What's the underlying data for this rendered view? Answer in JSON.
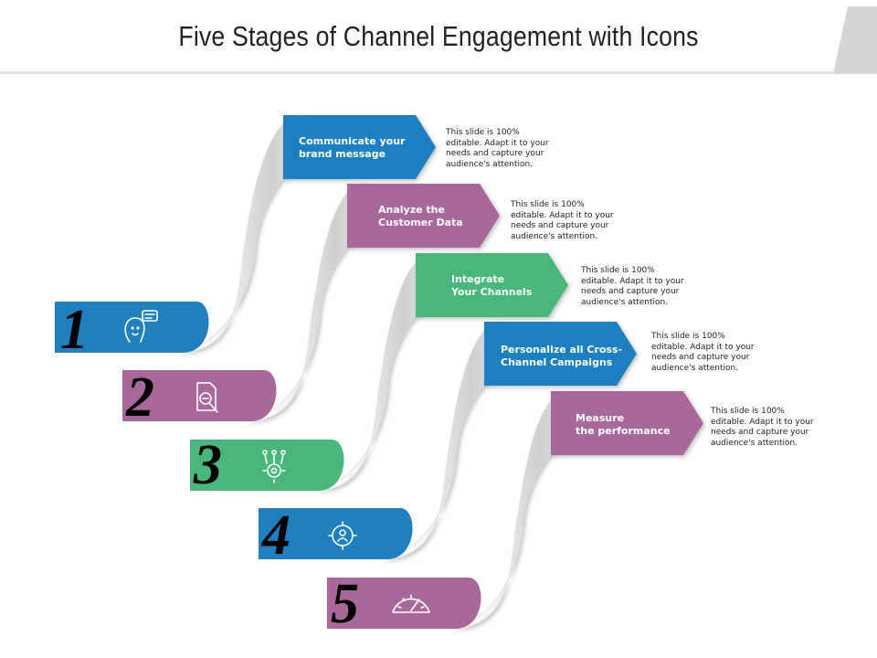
{
  "title": "Five Stages of Channel Engagement with Icons",
  "colors": {
    "blue": "#1f7fbf",
    "purple": "#a9689b",
    "green": "#49b77a"
  },
  "stages": [
    {
      "number": "1",
      "label": "Communicate your\nbrand message",
      "description": "This slide is 100%\neditable. Adapt it to your\nneeds and capture your\naudience's attention.",
      "color": "#1f7fbf",
      "icon": "chat-face-icon"
    },
    {
      "number": "2",
      "label": "Analyze the\nCustomer Data",
      "description": "This slide is 100%\neditable. Adapt it to your\nneeds and capture your\naudience's attention.",
      "color": "#a9689b",
      "icon": "document-search-icon"
    },
    {
      "number": "3",
      "label": "Integrate\nYour Channels",
      "description": "This slide is 100%\neditable. Adapt it to your\nneeds and capture your\naudience's attention.",
      "color": "#49b77a",
      "icon": "gear-network-icon"
    },
    {
      "number": "4",
      "label": "Personalize all Cross-\nChannel Campaigns",
      "description": "This slide is 100%\neditable. Adapt it to your\nneeds and capture your\naudience's attention.",
      "color": "#1f7fbf",
      "icon": "target-user-icon"
    },
    {
      "number": "5",
      "label": "Measure\nthe performance",
      "description": "This slide is 100%\neditable. Adapt it to your\nneeds and capture your\naudience's attention.",
      "color": "#a9689b",
      "icon": "speedometer-icon"
    }
  ]
}
